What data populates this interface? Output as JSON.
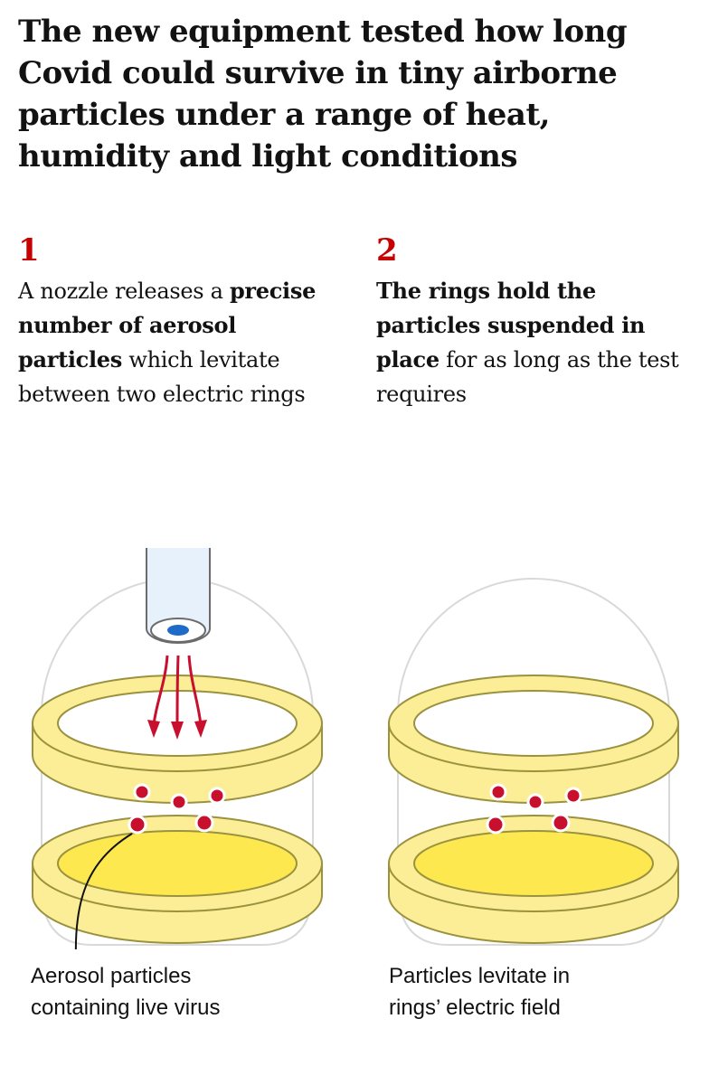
{
  "headline": "The new equipment tested how long Covid could survive in tiny airborne particles under a range of heat, humidity and light conditions",
  "steps": [
    {
      "number": "1",
      "text_plain_1": "A nozzle releases a ",
      "text_bold": "precise number of aerosol particles",
      "text_plain_2": " which levitate between two electric rings"
    },
    {
      "number": "2",
      "text_plain_1": "",
      "text_bold": "The rings hold the particles suspended in place",
      "text_plain_2": " for as long as the test requires"
    }
  ],
  "captions": [
    {
      "line1": "Aerosol particles",
      "line2": "containing live virus"
    },
    {
      "line1": "Particles levitate in",
      "line2": "rings’ electric field"
    }
  ],
  "colors": {
    "accent_red": "#c70000",
    "ring_fill": "#fbee96",
    "ring_inner": "#fde84f",
    "ring_stroke": "#9b9240",
    "particle": "#c8102e",
    "nozzle": "#e6f1fb",
    "nozzle_hole": "#1e6cc8",
    "chamber_outline": "#d9d9d9"
  }
}
